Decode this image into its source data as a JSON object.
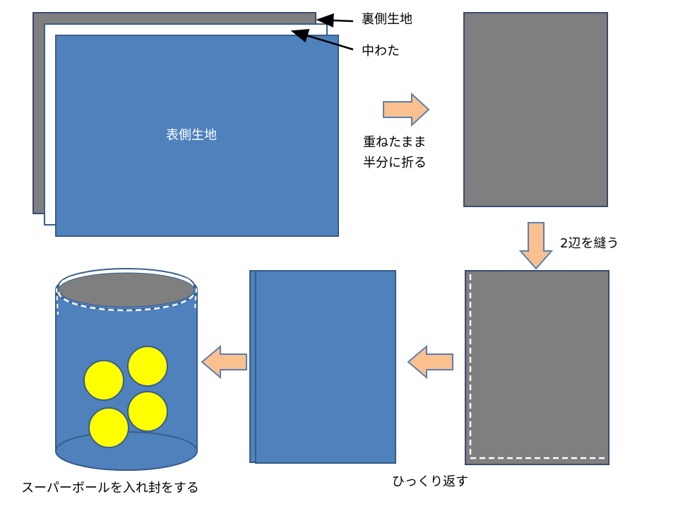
{
  "colors": {
    "blue_fabric": "#4f81bd",
    "blue_border": "#385d8a",
    "gray_fabric": "#7f7f7f",
    "gray_border": "#3c4a6e",
    "arrow_fill": "#fac090",
    "arrow_border": "#5a7fb0",
    "ball": "#ffff00",
    "stitch": "#ffffff"
  },
  "labels": {
    "back_fabric": "裏側生地",
    "batting": "中わた",
    "front_fabric": "表側生地",
    "fold_line1": "重ねたまま",
    "fold_line2": "半分に折る",
    "sew": "2辺を縫う",
    "turn": "ひっくり返す",
    "finish": "スーパーボールを入れ封をする"
  },
  "icons": {
    "step_arrow": "block-arrow-icon",
    "pointer": "pointer-arrow-icon",
    "ball": "super-ball-icon"
  }
}
